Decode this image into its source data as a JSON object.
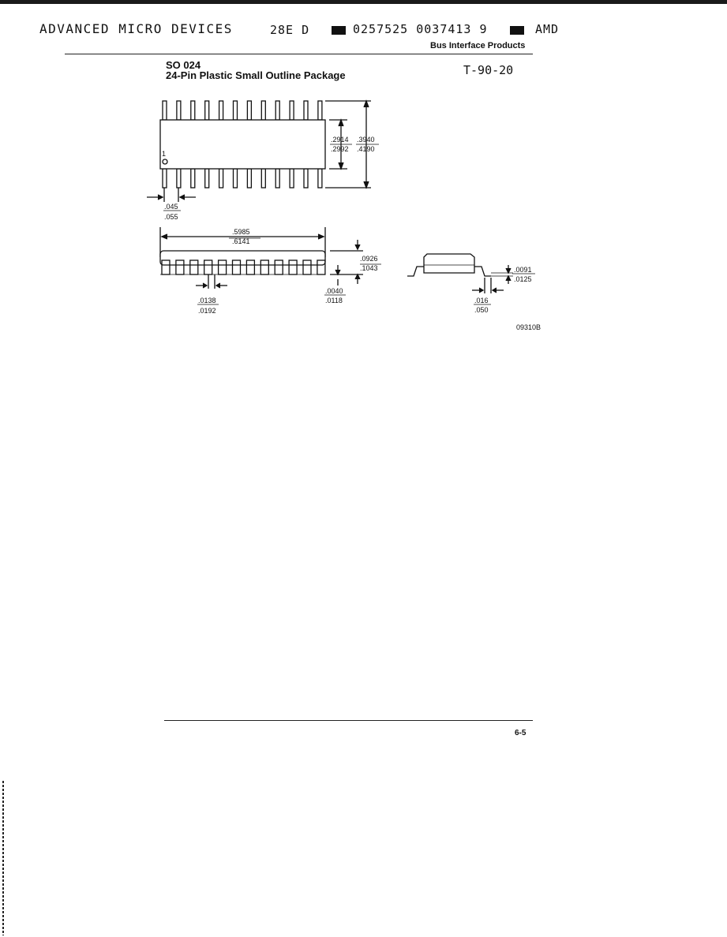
{
  "header": {
    "company": "ADVANCED MICRO DEVICES",
    "code": "28E D",
    "doc_number": "0257525 0037413 9",
    "brand": "AMD",
    "section": "Bus Interface Products"
  },
  "package": {
    "code": "SO 024",
    "title": "24-Pin Plastic Small Outline Package",
    "tcode": "T-90-20"
  },
  "dims": {
    "body_w_min": ".2914",
    "body_w_max": ".2992",
    "tot_w_min": ".3940",
    "tot_w_max": ".4190",
    "pitch_min": ".045",
    "pitch_max": ".055",
    "len_min": ".5985",
    "len_max": ".6141",
    "height_min": ".0926",
    "height_max": ".1043",
    "lead_w_min": ".0138",
    "lead_w_max": ".0192",
    "stand_min": ".0040",
    "stand_max": ".0118",
    "lead_t_min": ".0091",
    "lead_t_max": ".0125",
    "foot_min": ".016",
    "foot_max": ".050",
    "pin1": "1",
    "fig_id": "09310B"
  },
  "footer": {
    "page": "6-5"
  }
}
